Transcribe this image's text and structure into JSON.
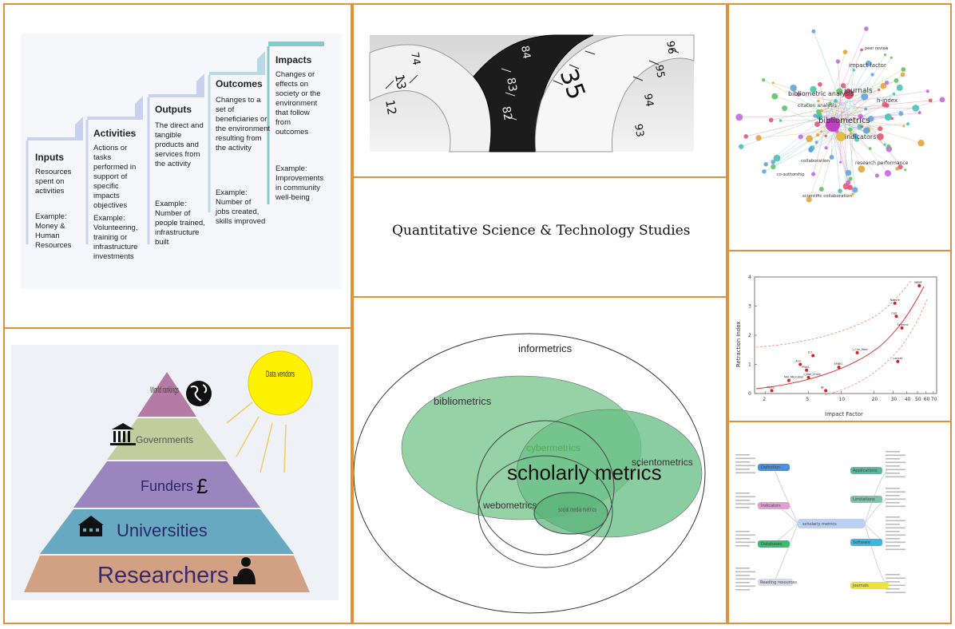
{
  "title_panel": {
    "title": "Quantitative Science & Technology Studies"
  },
  "logic_model": {
    "steps": [
      {
        "head": "Inputs",
        "desc": "Resources spent on activities",
        "example": "Example: Money & Human Resources"
      },
      {
        "head": "Activities",
        "desc": "Actions or tasks performed in support of specific impacts objectives",
        "example": "Example: Volunteering, training or infrastructure investments"
      },
      {
        "head": "Outputs",
        "desc": "The direct and tangible products and services from the activity",
        "example": "Example: Number of people trained, infrastructure built"
      },
      {
        "head": "Outcomes",
        "desc": "Changes to a set of beneficiaries or the environment resulting from the activity",
        "example": "Example: Number of jobs created, skills improved"
      },
      {
        "head": "Impacts",
        "desc": "Changes or effects on society or the environment that follow from outcomes",
        "example": "Example: Improvements in community well-being"
      }
    ]
  },
  "tape_measure": {
    "numbers": [
      "74",
      "13",
      "12",
      "84",
      "83",
      "82",
      "35",
      "96",
      "95",
      "94",
      "93"
    ]
  },
  "network": {
    "nodes": [
      "bibliometrics",
      "journals",
      "h-index",
      "indicators",
      "impact factor",
      "bibliometric analysis",
      "citation analysis",
      "research performance",
      "scientific collaboration",
      "collaboration",
      "co-authorship",
      "peer review"
    ]
  },
  "pyramid": {
    "levels": [
      "World rankings",
      "Governments",
      "Funders",
      "Universities",
      "Researchers"
    ],
    "pound": "£",
    "data_vendors": "Data vendors"
  },
  "venn": {
    "outer": "informetrics",
    "biblio": "bibliometrics",
    "cyber": "cybermetrics",
    "sciento": "scientometrics",
    "center": "scholarly metrics",
    "webo": "webometrics",
    "social": "social media metrics"
  },
  "scatter": {
    "xlabel": "Impact Factor",
    "ylabel": "Retraction Index",
    "xticks": [
      "2",
      "5",
      "10",
      "20",
      "30",
      "40",
      "50",
      "60",
      "70"
    ],
    "yticks": [
      "0",
      "1",
      "2",
      "3",
      "4"
    ],
    "points": [
      {
        "label": "Nature",
        "x": 31,
        "y": 3.1
      },
      {
        "label": "Cell",
        "x": 32,
        "y": 2.65
      },
      {
        "label": "Science",
        "x": 36,
        "y": 2.25
      },
      {
        "label": "NEJM",
        "x": 52,
        "y": 3.7
      },
      {
        "label": "Lancet",
        "x": 33,
        "y": 1.1
      },
      {
        "label": "J_Clin_Med",
        "x": 14,
        "y": 1.4
      },
      {
        "label": "EMBO",
        "x": 9.5,
        "y": 0.9
      },
      {
        "label": "JCI",
        "x": 5.5,
        "y": 1.3
      },
      {
        "label": "Ann",
        "x": 4.2,
        "y": 1.0
      },
      {
        "label": "J_Biol_Chem",
        "x": 5,
        "y": 0.55
      },
      {
        "label": "JB",
        "x": 7.2,
        "y": 0.1
      },
      {
        "label": "PNAS",
        "x": 4.8,
        "y": 0.8
      },
      {
        "label": "Mol_Microbiol",
        "x": 3.3,
        "y": 0.45
      },
      {
        "label": "PLOS",
        "x": 2.3,
        "y": 0.1
      }
    ]
  },
  "mindmap": {
    "center": "scholarly metrics",
    "branches": [
      "Definition",
      "Indicators",
      "Databases",
      "Applications",
      "Limitations",
      "Software",
      "Journals",
      "Reading resources"
    ]
  }
}
